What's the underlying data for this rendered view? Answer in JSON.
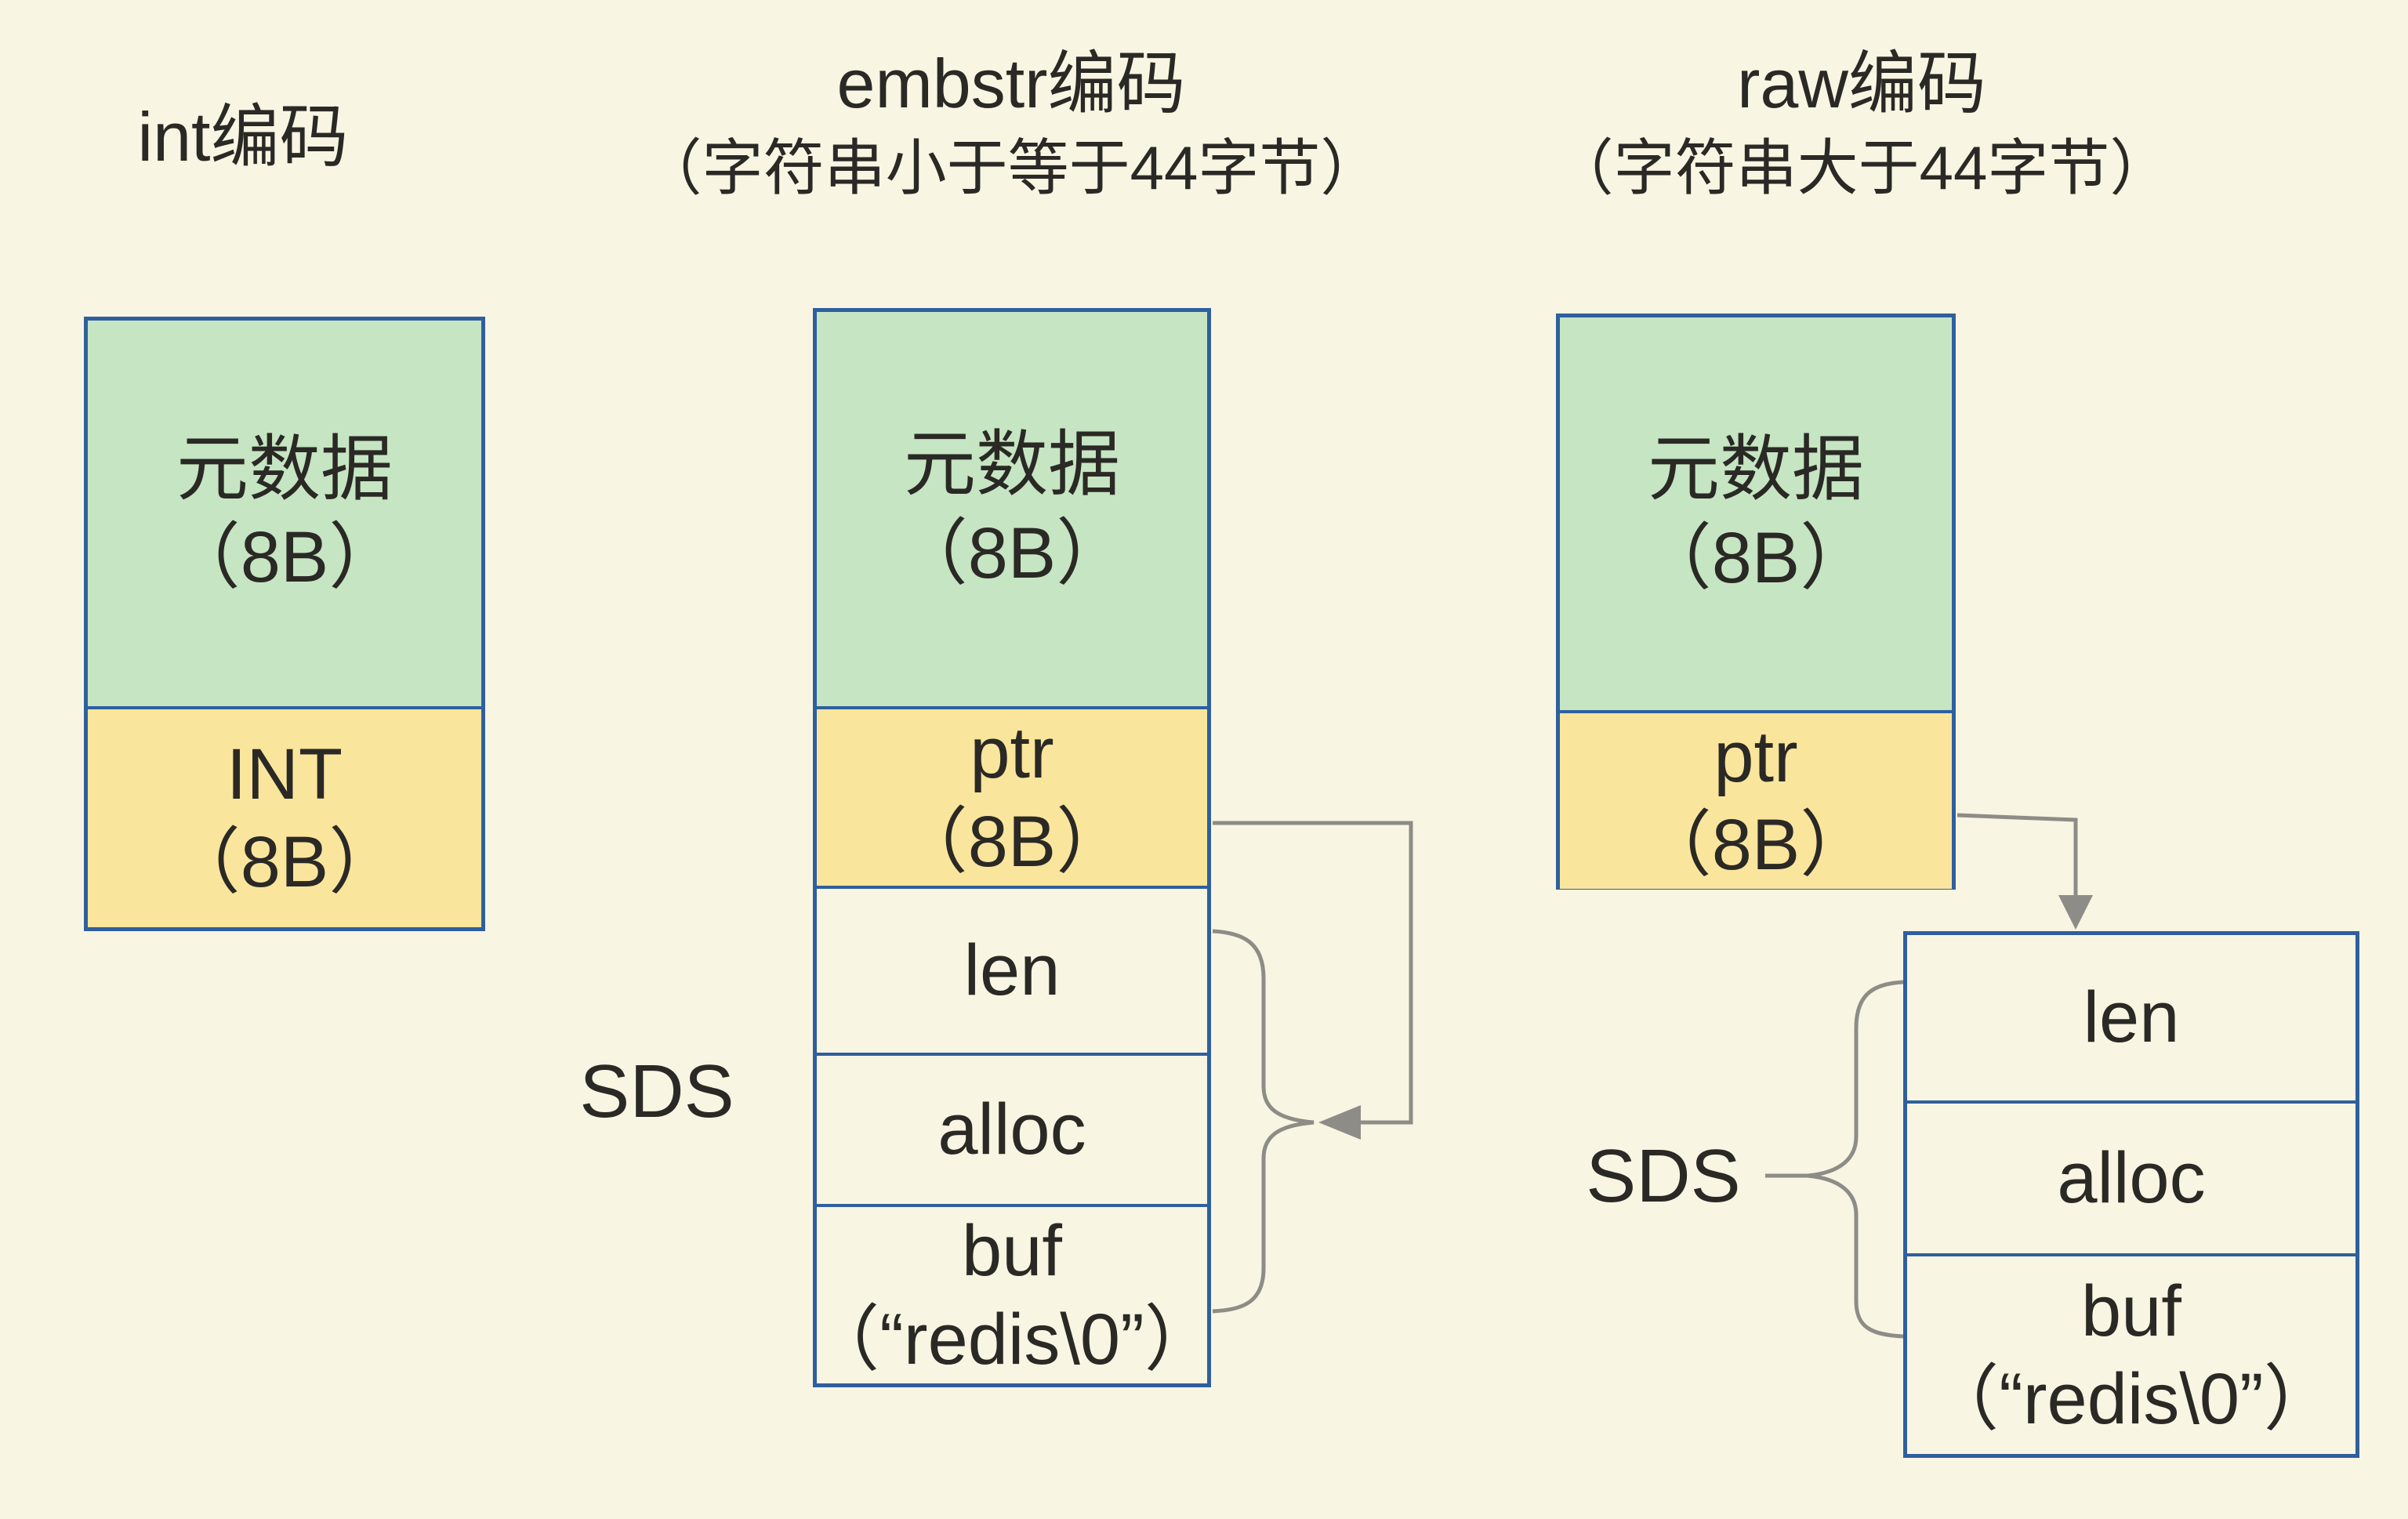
{
  "colors": {
    "background": "#f8f5e2",
    "green": "#c6e5c2",
    "yellow": "#fae59c",
    "border": "#2f5f9e",
    "arrow": "#8d8c86",
    "text": "#2a2925"
  },
  "titles": {
    "int": {
      "line1": "int编码",
      "line2": ""
    },
    "embstr": {
      "line1": "embstr编码",
      "line2": "（字符串小于等于44字节）"
    },
    "raw": {
      "line1": "raw编码",
      "line2": "（字符串大于44字节）"
    }
  },
  "int_column": {
    "cells": [
      {
        "label": "元数据",
        "size": "（8B）"
      },
      {
        "label": "INT",
        "size": "（8B）"
      }
    ]
  },
  "embstr_column": {
    "sds_label": "SDS",
    "cells": [
      {
        "label": "元数据",
        "size": "（8B）"
      },
      {
        "label": "ptr",
        "size": "（8B）"
      },
      {
        "label": "len",
        "size": ""
      },
      {
        "label": "alloc",
        "size": ""
      },
      {
        "label": "buf",
        "size": "（“redis\\0”）"
      }
    ]
  },
  "raw_column": {
    "sds_label": "SDS",
    "object_cells": [
      {
        "label": "元数据",
        "size": "（8B）"
      },
      {
        "label": "ptr",
        "size": "（8B）"
      }
    ],
    "sds_cells": [
      {
        "label": "len",
        "size": ""
      },
      {
        "label": "alloc",
        "size": ""
      },
      {
        "label": "buf",
        "size": "（“redis\\0”）"
      }
    ]
  }
}
